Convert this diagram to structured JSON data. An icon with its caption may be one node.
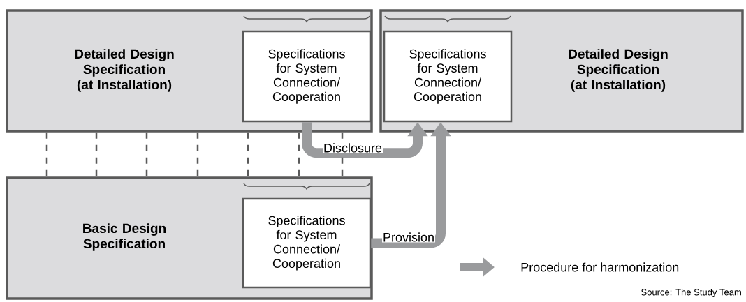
{
  "diagram": {
    "nodes": [
      {
        "text": [
          "Detailed Design Specification (at Installation)"
        ]
      },
      {
        "text": [
          "Specifications for System Connection/ Cooperation"
        ],
        "in": 0
      },
      {
        "text": [
          "Detailed Design Specification (at Installation)"
        ]
      },
      {
        "text": [
          "Specifications for System Connection/ Cooperation"
        ],
        "in": 2
      },
      {
        "text": [
          "Basic Design Specification"
        ]
      },
      {
        "text": [
          "Specifications for System Connection/ Cooperation"
        ],
        "in": 4
      }
    ],
    "edges": [
      {
        "from": 1,
        "to": 3,
        "arrow": "to",
        "label": "Disclosure",
        "style": "thick"
      },
      {
        "from": 5,
        "to": 3,
        "arrow": "to",
        "label": "Provision",
        "style": "thick"
      },
      {
        "from": 0,
        "to": 4,
        "arrow": "none",
        "style": "dashed"
      },
      {
        "from": 0,
        "to": 4,
        "arrow": "none",
        "style": "dashed"
      },
      {
        "from": 0,
        "to": 4,
        "arrow": "none",
        "style": "dashed"
      },
      {
        "from": 0,
        "to": 4,
        "arrow": "none",
        "style": "dashed"
      },
      {
        "from": 0,
        "to": 4,
        "arrow": "none",
        "style": "dashed"
      },
      {
        "from": 0,
        "to": 4,
        "arrow": "none",
        "style": "dashed"
      },
      {
        "from": 0,
        "to": 4,
        "arrow": "none",
        "style": "dashed"
      }
    ],
    "labels": [
      "Source: The Study Team"
    ],
    "legend": [
      {
        "text": "Procedure for harmonization"
      }
    ]
  }
}
